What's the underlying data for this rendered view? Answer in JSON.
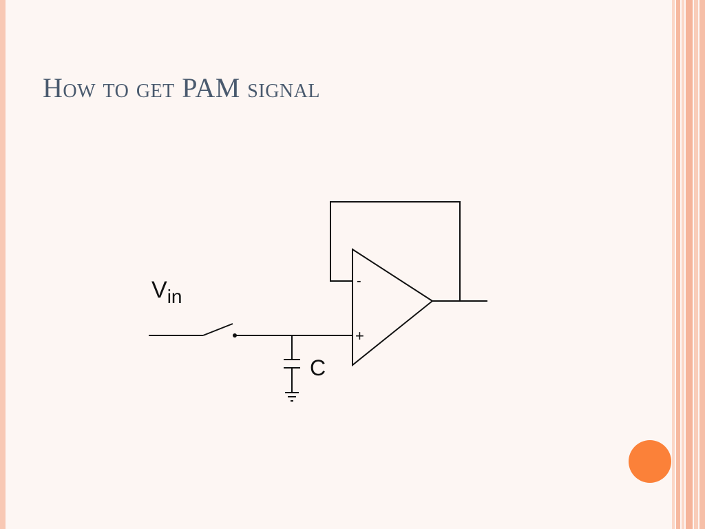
{
  "slide": {
    "title": "How to get PAM signal"
  },
  "diagram": {
    "input_label_main": "V",
    "input_label_sub": "in",
    "capacitor_label": "C",
    "opamp_minus": "-",
    "opamp_plus": "+"
  },
  "colors": {
    "background": "#fdf6f3",
    "title": "#4a5a6e",
    "accent_dot": "#fb8139",
    "border_pink": "#f8c8b4"
  }
}
